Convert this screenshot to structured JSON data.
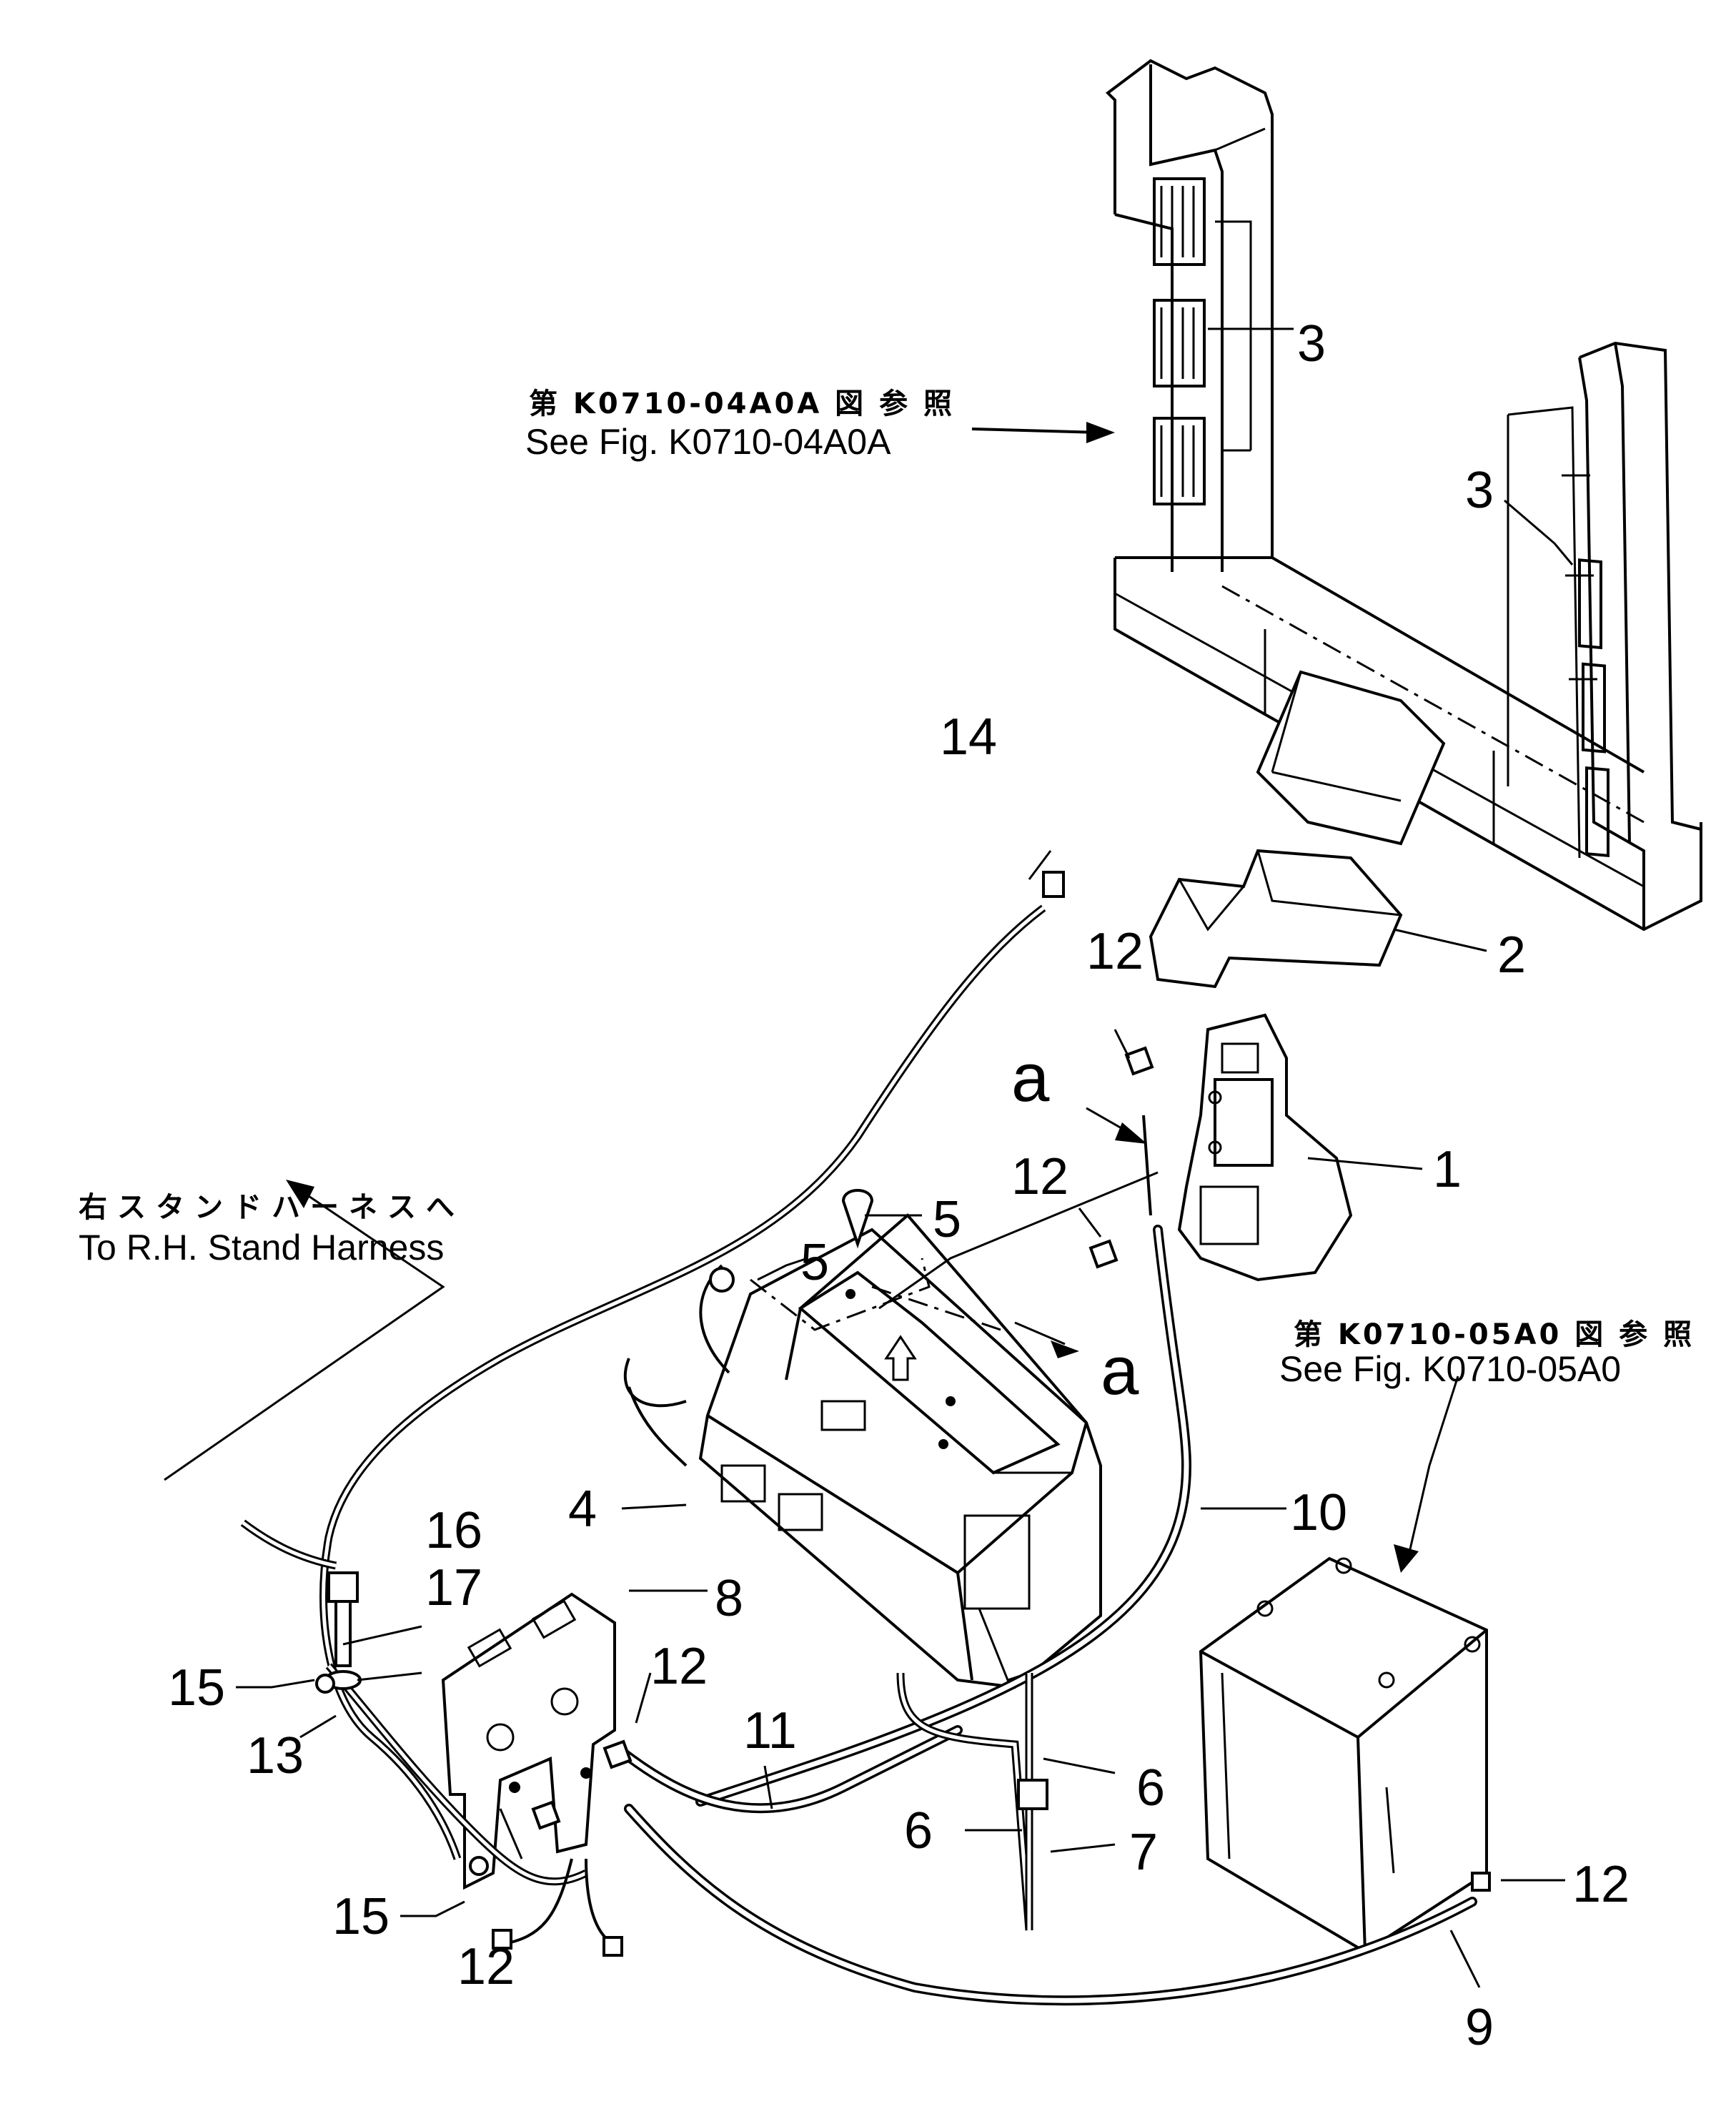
{
  "references": [
    {
      "jp": "第 K0710-04A0A 図 参 照",
      "en": "See Fig. K0710-04A0A"
    },
    {
      "jp": "第 K0710-05A0 図 参 照",
      "en": "See Fig. K0710-05A0"
    },
    {
      "jp": "右スタンドハーネスへ",
      "en": "To R.H. Stand Harness"
    }
  ],
  "part_numbers": {
    "p1": "1",
    "p2": "2",
    "p3a": "3",
    "p3b": "3",
    "p4": "4",
    "p5a": "5",
    "p5b": "5",
    "p6a": "6",
    "p6b": "6",
    "p7": "7",
    "p8": "8",
    "p9": "9",
    "p10": "10",
    "p11": "11",
    "p12a": "12",
    "p12b": "12",
    "p12c": "12",
    "p12d": "12",
    "p12e": "12",
    "p13": "13",
    "p14": "14",
    "p15a": "15",
    "p15b": "15",
    "p16": "16",
    "p17": "17"
  },
  "section_marks": {
    "a1": "a",
    "a2": "a"
  }
}
